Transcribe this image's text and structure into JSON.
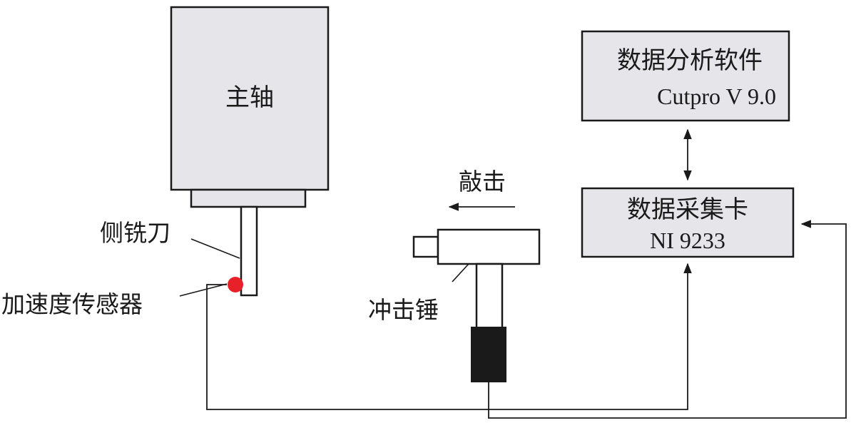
{
  "spindle": {
    "label": "主轴"
  },
  "cutter": {
    "label": "侧铣刀"
  },
  "sensor": {
    "label": "加速度传感器",
    "color": "#e8202a"
  },
  "hammer": {
    "label": "冲击锤",
    "strike_label": "敲击",
    "handle_color": "#1a1a1a"
  },
  "software": {
    "title": "数据分析软件",
    "subtitle": "Cutpro V 9.0"
  },
  "daq": {
    "title": "数据采集卡",
    "subtitle": "NI 9233"
  },
  "colors": {
    "box_fill": "#e6e6ea",
    "line": "#1a1a1a"
  }
}
